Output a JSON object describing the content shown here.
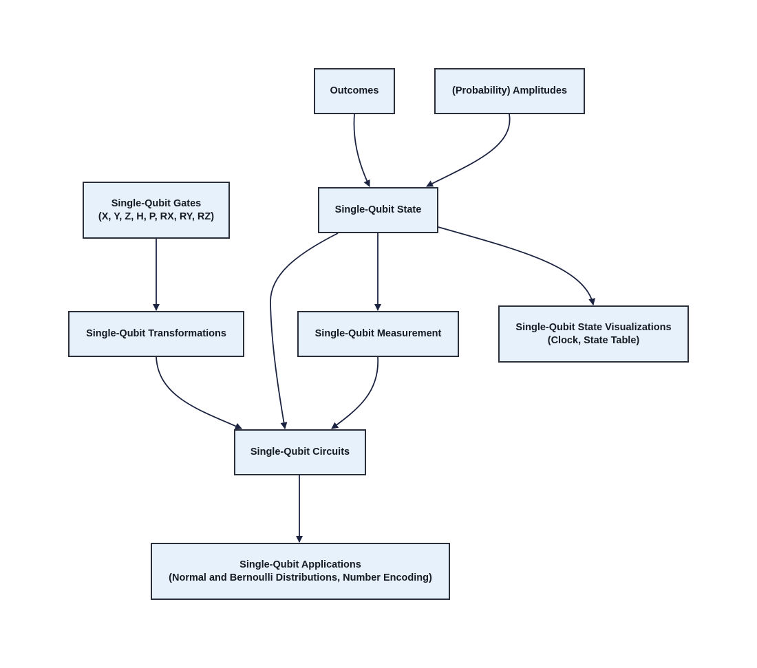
{
  "nodes": {
    "outcomes": {
      "line1": "Outcomes"
    },
    "amplitudes": {
      "line1": "(Probability) Amplitudes"
    },
    "gates": {
      "line1": "Single-Qubit Gates",
      "line2": "(X, Y, Z, H, P, RX, RY, RZ)"
    },
    "state": {
      "line1": "Single-Qubit State"
    },
    "transformations": {
      "line1": "Single-Qubit Transformations"
    },
    "measurement": {
      "line1": "Single-Qubit Measurement"
    },
    "visualizations": {
      "line1": "Single-Qubit State Visualizations",
      "line2": "(Clock, State Table)"
    },
    "circuits": {
      "line1": "Single-Qubit Circuits"
    },
    "applications": {
      "line1": "Single-Qubit Applications",
      "line2": "(Normal and Bernoulli Distributions, Number Encoding)"
    }
  },
  "edges": [
    {
      "from": "outcomes",
      "to": "state"
    },
    {
      "from": "amplitudes",
      "to": "state"
    },
    {
      "from": "gates",
      "to": "transformations"
    },
    {
      "from": "state",
      "to": "circuits"
    },
    {
      "from": "state",
      "to": "measurement"
    },
    {
      "from": "state",
      "to": "visualizations"
    },
    {
      "from": "transformations",
      "to": "circuits"
    },
    {
      "from": "measurement",
      "to": "circuits"
    },
    {
      "from": "circuits",
      "to": "applications"
    }
  ],
  "colors": {
    "node_fill": "#e6f1fb",
    "node_border": "#2a2e3a",
    "edge": "#1c2340",
    "text": "#161a22"
  }
}
